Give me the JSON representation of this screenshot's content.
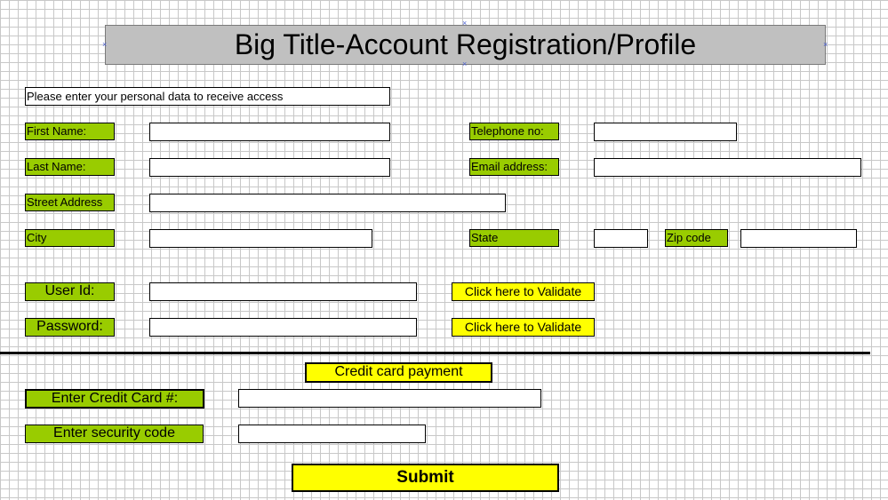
{
  "title": "Big Title-Account Registration/Profile",
  "instructions": "Please enter your personal data to receive access",
  "labels": {
    "first_name": "First Name:",
    "last_name": "Last Name:",
    "street_address": "Street Address",
    "city": "City",
    "telephone": "Telephone no:",
    "email": "Email address:",
    "state": "State",
    "zip": "Zip code",
    "user_id": "User Id:",
    "password": "Password:",
    "credit_card": "Enter Credit Card #:",
    "security_code": "Enter security code"
  },
  "buttons": {
    "validate_user": "Click here to Validate",
    "validate_password": "Click here to Validate",
    "submit": "Submit"
  },
  "section": {
    "credit_card_payment": "Credit card payment"
  },
  "colors": {
    "label_green": "#99cc00",
    "button_yellow": "#ffff00",
    "title_gray": "#c0c0c0"
  }
}
